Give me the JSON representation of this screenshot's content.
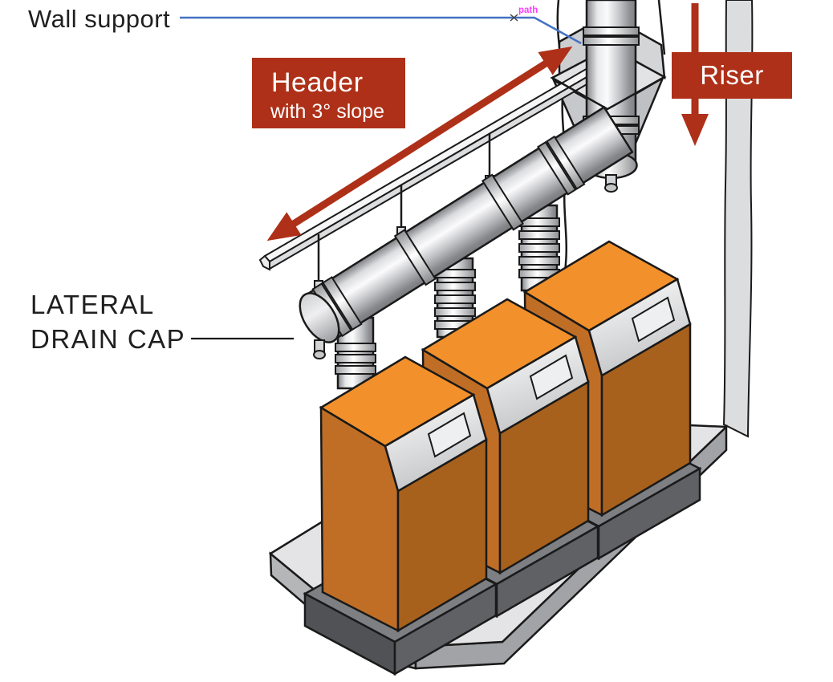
{
  "labels": {
    "wall_support": "Wall support",
    "header_box": {
      "line1": "Header",
      "line2": "with 3° slope"
    },
    "riser_box": {
      "label": "Riser"
    },
    "lateral_drain_cap": {
      "line1": "LATERAL",
      "line2": "DRAIN CAP"
    },
    "path_annotation": "path"
  },
  "colors": {
    "callout_red": "#AE3018",
    "leader_blue": "#4472C4",
    "annotation_magenta": "#FF3FFF",
    "boiler_top_orange": "#F2902B",
    "boiler_front_orange": "#C06E26",
    "boiler_side_orange": "#A8611C",
    "panel_grey": "#C4C5C7",
    "platform_grey": "#E4E4E6",
    "plinth_grey": "#515256",
    "pipe_metal_light": "#FBFBFC",
    "pipe_metal_dark": "#7E7F83",
    "outline_black": "#1A1A1A"
  }
}
